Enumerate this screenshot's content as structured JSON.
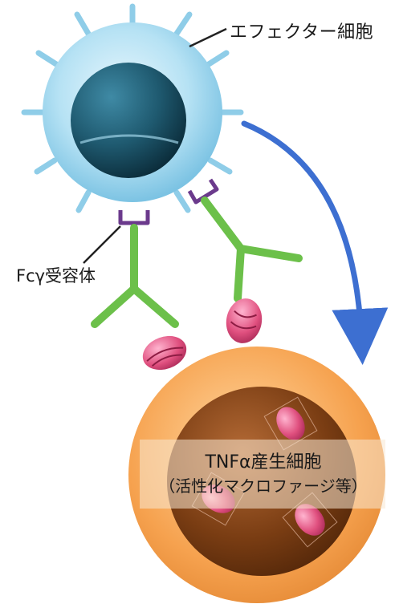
{
  "labels": {
    "effector_cell": "エフェクター細胞",
    "fc_receptor": "Fcγ受容体",
    "tnf_cell_line1": "TNFα産生細胞",
    "tnf_cell_line2": "（活性化マクロファージ等）"
  },
  "colors": {
    "effector_outer": "#9fd6ee",
    "effector_nucleus": "#1f5a70",
    "antibody": "#6cc04a",
    "receptor": "#6b3a8c",
    "antigen": "#e0507f",
    "target_outer": "#f6a24f",
    "target_inner": "#7a3d13",
    "arrow": "#3d6fd1"
  },
  "icons": {
    "spike": "membrane-spike-icon",
    "antigen": "tnf-antigen-icon"
  }
}
